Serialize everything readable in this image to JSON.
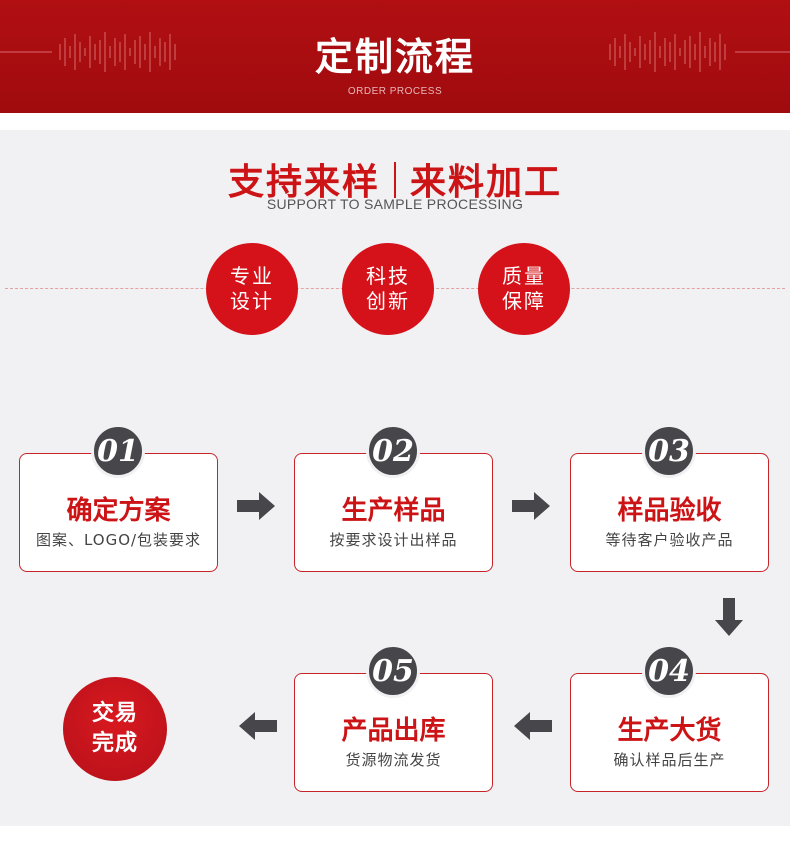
{
  "banner": {
    "title": "定制流程",
    "subtitle": "ORDER PROCESS"
  },
  "slogan": {
    "left": "支持来样",
    "right": "来料加工",
    "subtitle": "SUPPORT TO SAMPLE PROCESSING"
  },
  "features": [
    {
      "line1": "专业",
      "line2": "设计"
    },
    {
      "line1": "科技",
      "line2": "创新"
    },
    {
      "line1": "质量",
      "line2": "保障"
    }
  ],
  "steps": [
    {
      "number": "01",
      "title": "确定方案",
      "desc": "图案、LOGO/包装要求"
    },
    {
      "number": "02",
      "title": "生产样品",
      "desc": "按要求设计出样品"
    },
    {
      "number": "03",
      "title": "样品验收",
      "desc": "等待客户验收产品"
    },
    {
      "number": "04",
      "title": "生产大货",
      "desc": "确认样品后生产"
    },
    {
      "number": "05",
      "title": "产品出库",
      "desc": "货源物流发货"
    }
  ],
  "final": {
    "line1": "交易",
    "line2": "完成"
  },
  "icons": {
    "arrow_right": "arrow-right-icon",
    "arrow_down": "arrow-down-icon",
    "arrow_left": "arrow-left-icon"
  },
  "colors": {
    "brand_red": "#cc1417",
    "banner_red": "#a80d10",
    "badge_gray": "#47464b",
    "panel_gray": "#f1f0f2"
  }
}
